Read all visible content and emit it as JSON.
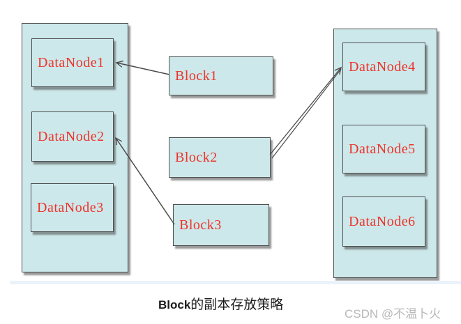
{
  "diagram": {
    "caption": {
      "bold": "Block",
      "rest": "的副本存放策略"
    },
    "watermark": "CSDN @不温卜火",
    "left_rack": {
      "nodes": [
        {
          "label": "DataNode1"
        },
        {
          "label": "DataNode2"
        },
        {
          "label": "DataNode3"
        }
      ]
    },
    "right_rack": {
      "nodes": [
        {
          "label": "DataNode4"
        },
        {
          "label": "DataNode5"
        },
        {
          "label": "DataNode6"
        }
      ]
    },
    "blocks": [
      {
        "label": "Block1"
      },
      {
        "label": "Block2"
      },
      {
        "label": "Block3"
      }
    ],
    "arrows": [
      {
        "from": "Block1",
        "to": "DataNode1"
      },
      {
        "from": "Block2",
        "to": "DataNode4"
      },
      {
        "from": "Block3",
        "to": "DataNode2"
      }
    ],
    "colors": {
      "box_fill": "#cde8ea",
      "box_border": "#4e4e4e",
      "label_red": "#ee332b",
      "arrow": "#4a4a4a",
      "caption_text": "#1a1a1a",
      "watermark_gray": "#b8b8b8",
      "divider_band": "#eaf3fa"
    }
  }
}
